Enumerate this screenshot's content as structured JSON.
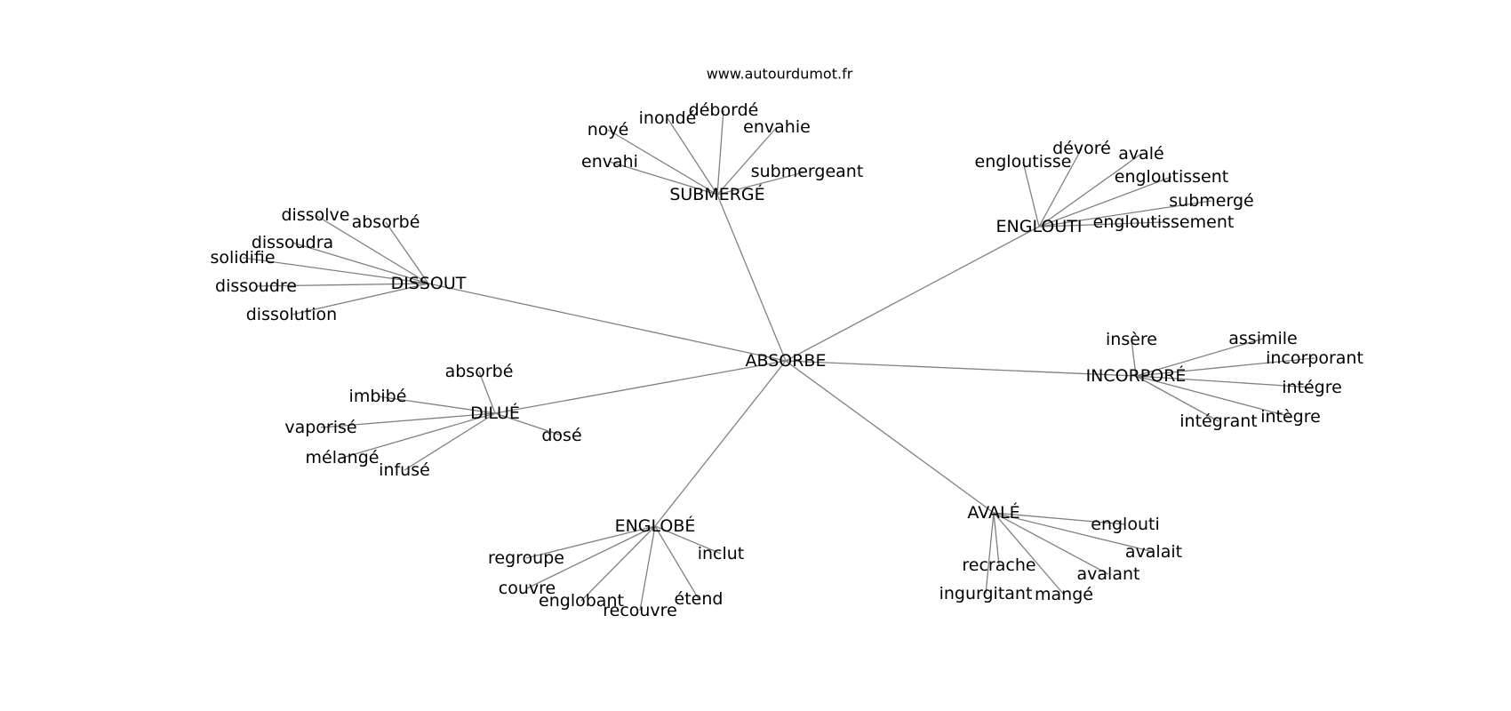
{
  "credit": "www.autourdumot.fr",
  "graph": {
    "hub": "ABSORBE",
    "clusters": [
      {
        "id": "submerge",
        "label": "SUBMERGÉ",
        "leaves": [
          "noyé",
          "inondé",
          "débordé",
          "envahie",
          "envahi",
          "submergeant"
        ]
      },
      {
        "id": "englouti",
        "label": "ENGLOUTI",
        "leaves": [
          "engloutisse",
          "dévoré",
          "avalé",
          "engloutissent",
          "submergé",
          "engloutissement"
        ]
      },
      {
        "id": "dissout",
        "label": "DISSOUT",
        "leaves": [
          "dissolve",
          "absorbé",
          "dissoudra",
          "solidifie",
          "dissoudre",
          "dissolution"
        ]
      },
      {
        "id": "incorpore",
        "label": "INCORPORÉ",
        "leaves": [
          "insère",
          "assimile",
          "incorporant",
          "intégre",
          "intègre",
          "intégrant"
        ]
      },
      {
        "id": "dilue",
        "label": "DILUÉ",
        "leaves": [
          "absorbé",
          "imbibé",
          "vaporisé",
          "mélangé",
          "infusé",
          "dosé"
        ]
      },
      {
        "id": "englobe",
        "label": "ENGLOBÉ",
        "leaves": [
          "regroupe",
          "inclut",
          "couvre",
          "englobant",
          "recouvre",
          "étend"
        ]
      },
      {
        "id": "avale",
        "label": "AVALÉ",
        "leaves": [
          "englouti",
          "avalait",
          "recrache",
          "avalant",
          "ingurgitant",
          "mangé"
        ]
      }
    ]
  }
}
